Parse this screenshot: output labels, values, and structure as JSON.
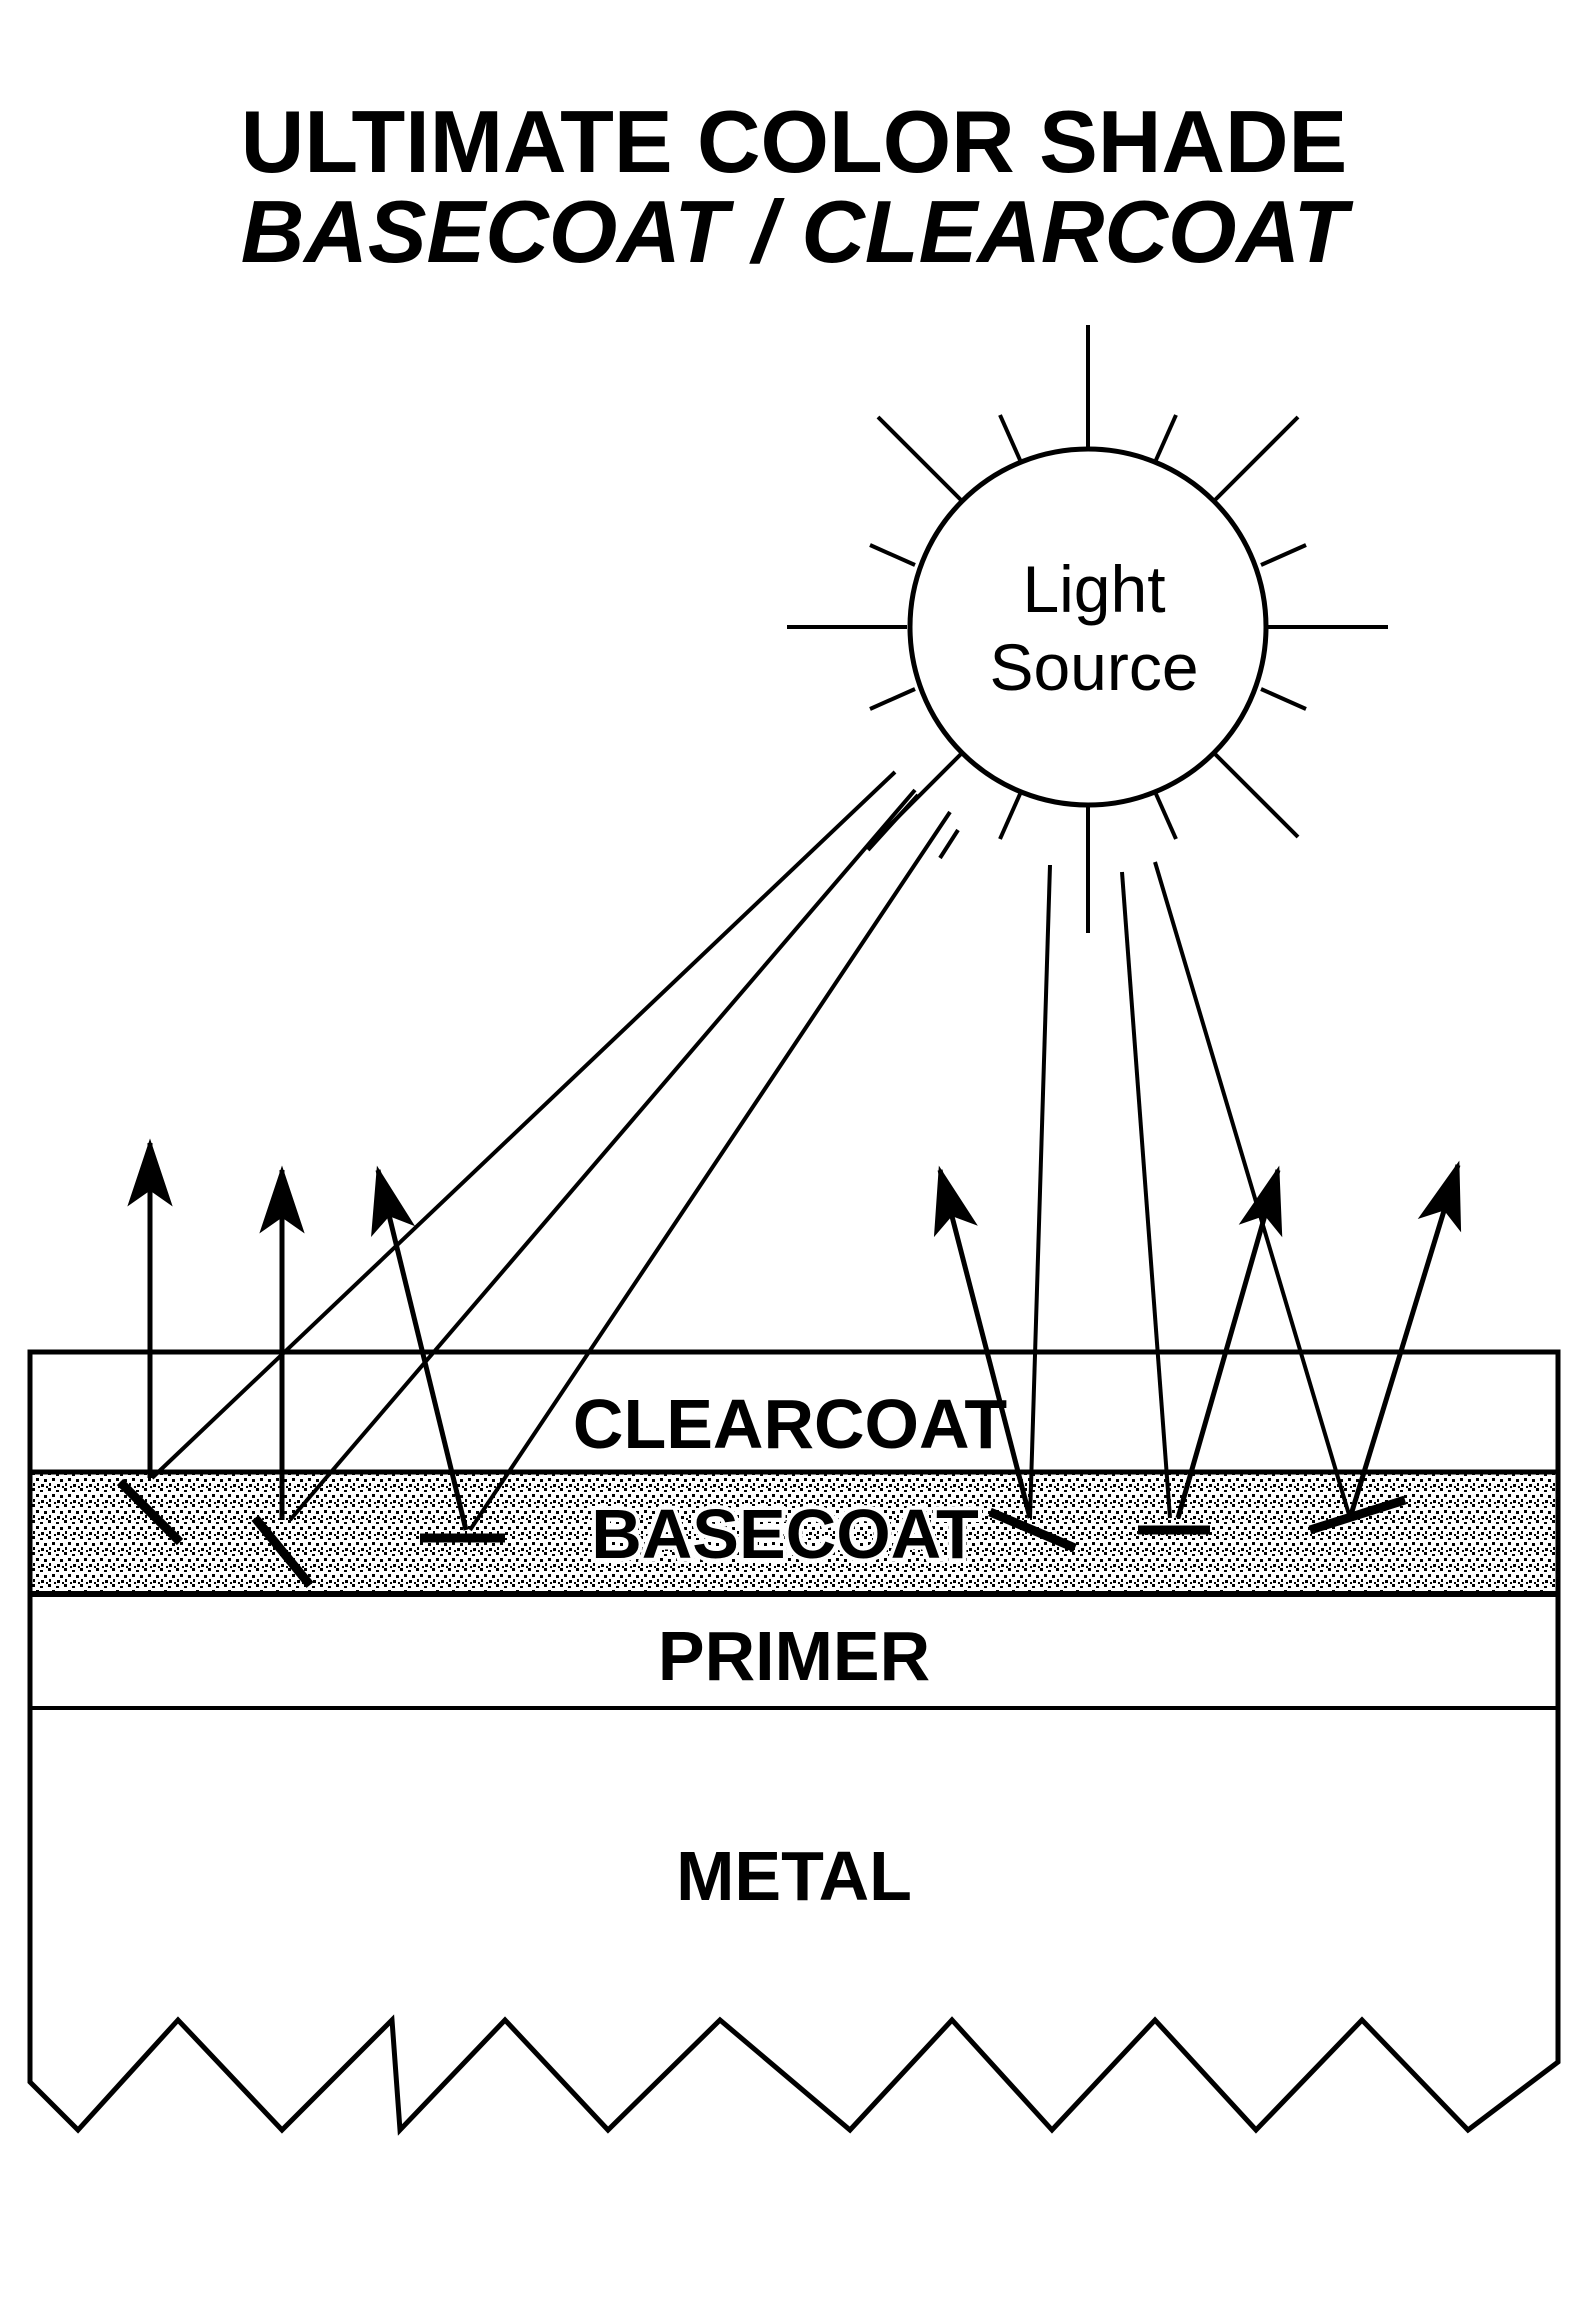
{
  "title": "ULTIMATE COLOR SHADE",
  "subtitle": "BASECOAT / CLEARCOAT",
  "light_source": {
    "line1": "Light",
    "line2": "Source"
  },
  "layers": {
    "clearcoat": "CLEARCOAT",
    "basecoat": "BASECOAT",
    "primer": "PRIMER",
    "metal": "METAL"
  },
  "colors": {
    "ink": "#000000",
    "paper": "#ffffff"
  }
}
